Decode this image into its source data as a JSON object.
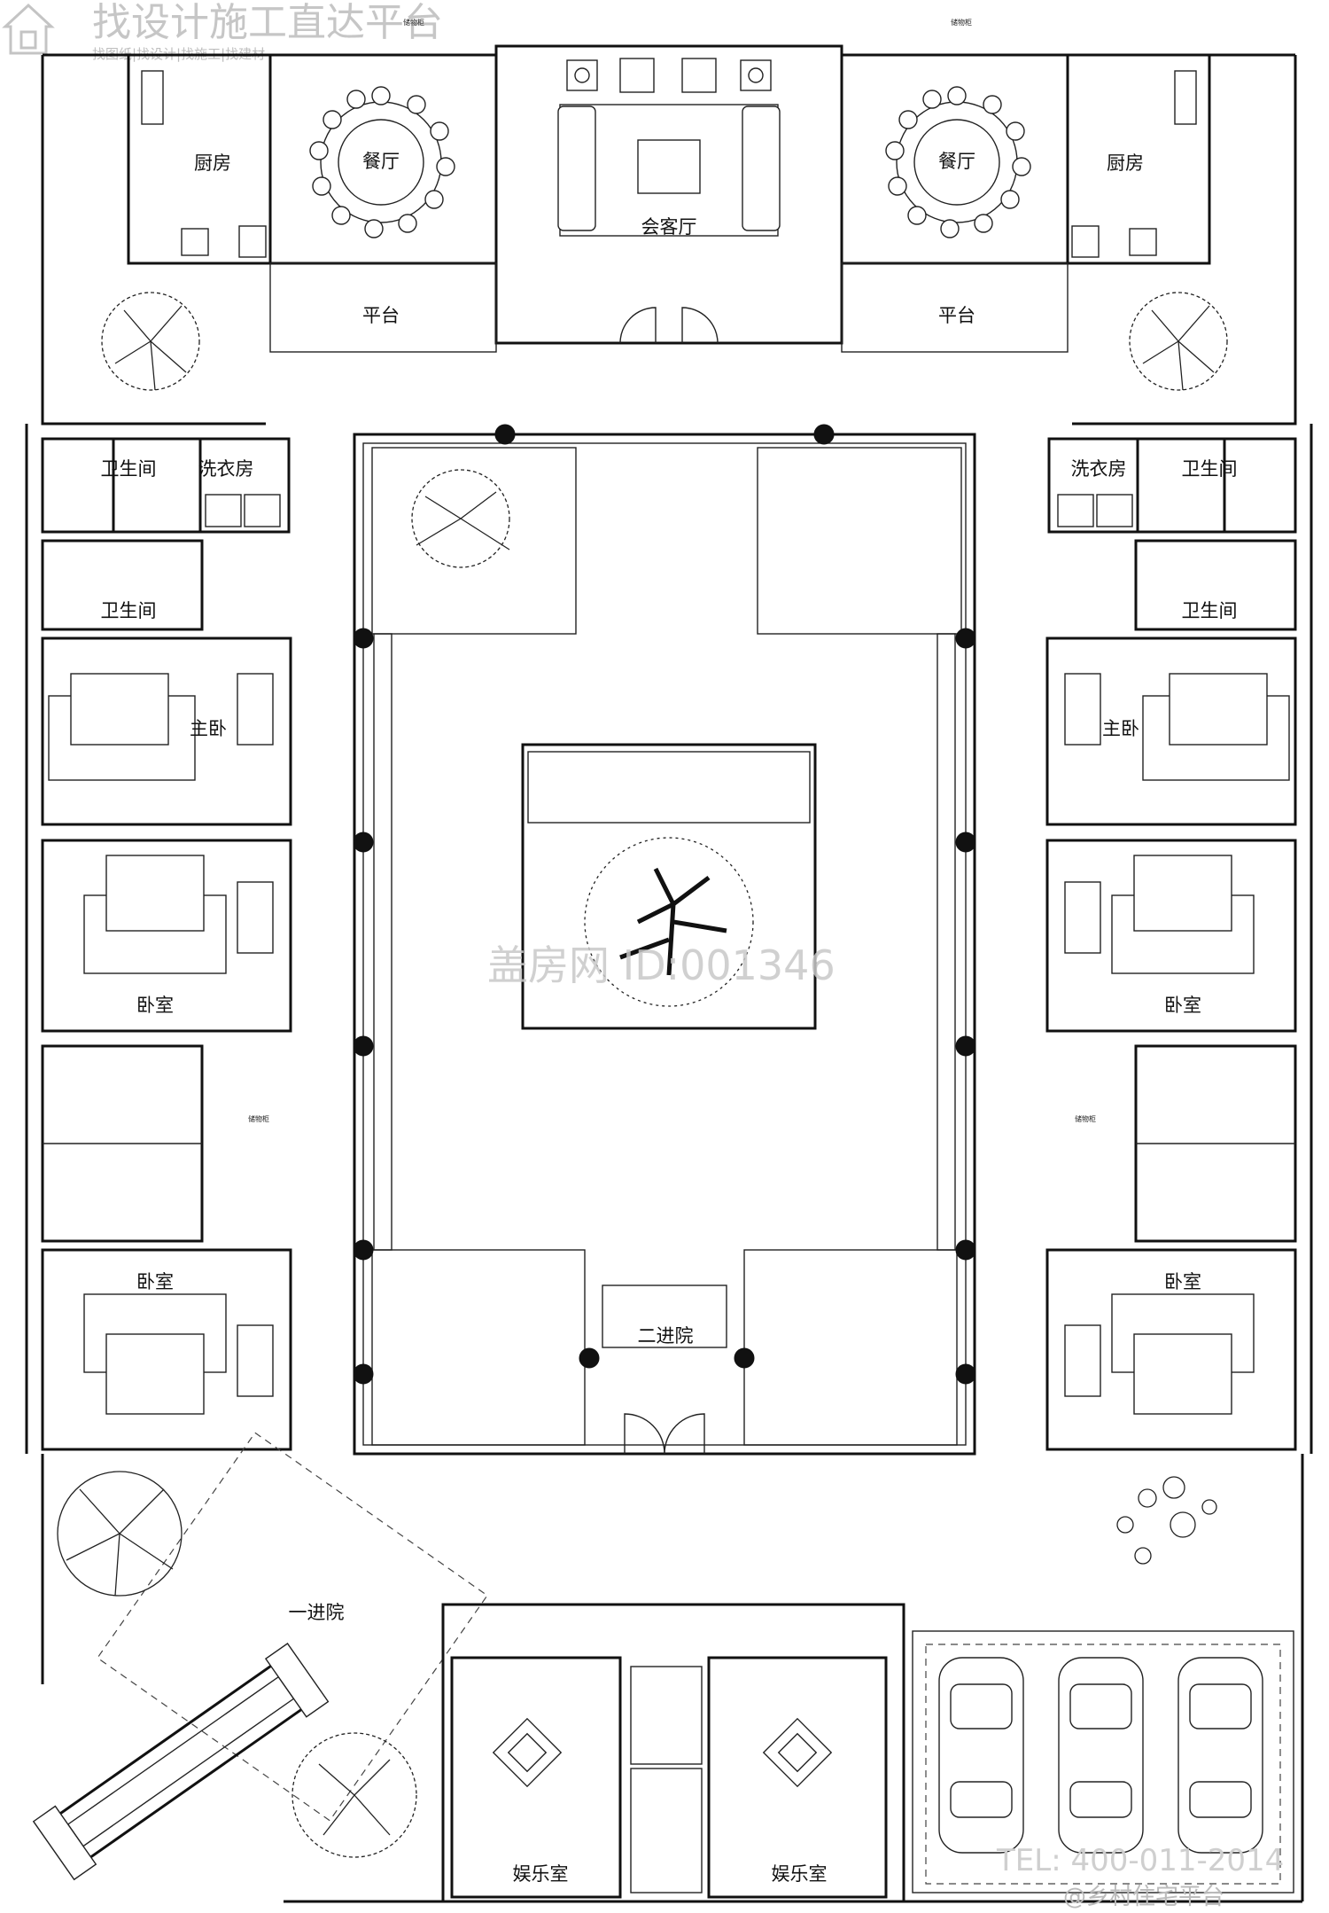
{
  "header": {
    "site_title": "找设计施工直达平台",
    "site_subtitle": "找图纸|找设计|找施工|找建材"
  },
  "rooms": {
    "kitchen": "厨房",
    "dining": "餐厅",
    "living": "会客厅",
    "platform": "平台",
    "bathroom": "卫生间",
    "laundry": "洗衣房",
    "master_bedroom": "主卧",
    "bedroom": "卧室",
    "second_courtyard": "二进院",
    "first_courtyard": "一进院",
    "entertainment": "娱乐室",
    "cabinet": "储物柜"
  },
  "watermark": {
    "id_text": "盖房网 ID:001346",
    "tel": "TEL: 400-011-2014",
    "platform": "@乡村住宅平台"
  }
}
